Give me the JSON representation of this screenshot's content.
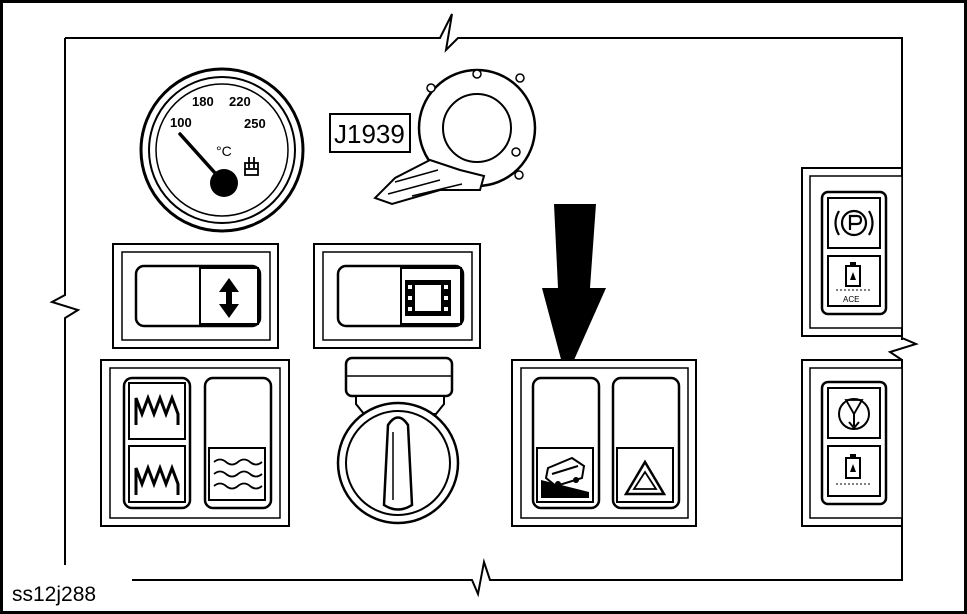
{
  "gauge": {
    "ticks": [
      "100",
      "180",
      "220",
      "250"
    ],
    "unit": "°C",
    "needle_value": 100
  },
  "connector": {
    "label": "J1939"
  },
  "figure_id": "ss12j288",
  "colors": {
    "ink": "#000000",
    "paper": "#ffffff",
    "face": "#ffffff"
  },
  "icons": {
    "rocker1": "up-down-arrow-icon",
    "rocker2": "film-strip-icon",
    "heat_top": "heater-element-icon",
    "heat_bottom": "heater-element-icon",
    "air": "air-flow-icon",
    "target": "tilting-vehicle-icon",
    "hazard": "hazard-triangle-icon",
    "park": "parking-brake-icon",
    "ace": "ace-indicator-icon",
    "diag": "diagnostic-indicator-icon",
    "ecu": "module-indicator-icon"
  },
  "labels": {
    "ace": "ACE"
  }
}
